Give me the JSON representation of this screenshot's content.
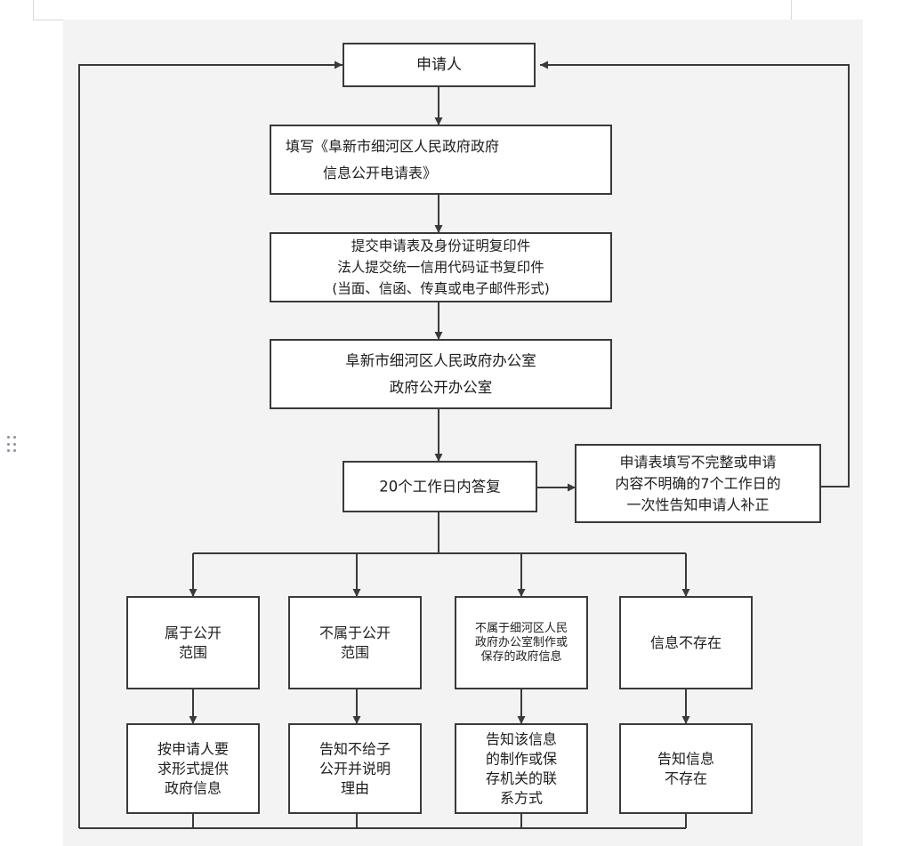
{
  "editor": {
    "drag_handle_icon": "drag-handle-icon"
  },
  "flowchart": {
    "applicant": "申请人",
    "fill_form": [
      "填写《阜新市细河区人民政府政府",
      "信息公开电请表》"
    ],
    "submit": [
      "提交申请表及身份证明复印件",
      "法人提交统一信用代码证书复印件",
      "(当面、信函、传真或电子邮件形式)"
    ],
    "office": [
      "阜新市细河区人民政府办公室",
      "政府公开办公室"
    ],
    "reply": "20个工作日内答复",
    "incomplete": [
      "申请表填写不完整或申请",
      "内容不明确的7个工作日的",
      "一次性告知申请人补正"
    ],
    "categories": [
      [
        "属于公开",
        "范围"
      ],
      [
        "不属于公开",
        "范围"
      ],
      [
        "不属于细河区人民",
        "政府办公室制作或",
        "保存的政府信息"
      ],
      [
        "信息不存在"
      ]
    ],
    "outcomes": [
      [
        "按申请人要",
        "求形式提供",
        "政府信息"
      ],
      [
        "告知不给子",
        "公开并说明",
        "理由"
      ],
      [
        "告知该信息",
        "的制作或保",
        "存机关的联",
        "系方式"
      ],
      [
        "告知信息",
        "不存在"
      ]
    ],
    "colors": {
      "background": "#f3f3f3",
      "box_fill": "#ffffff",
      "line": "#3a3a3a",
      "text": "#1d1d1d"
    }
  }
}
